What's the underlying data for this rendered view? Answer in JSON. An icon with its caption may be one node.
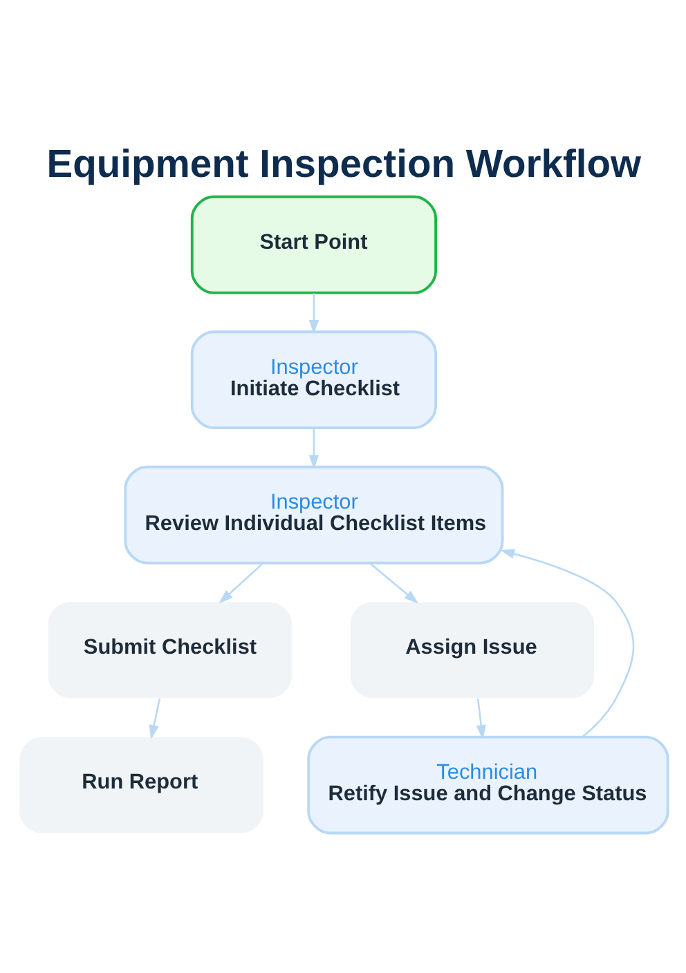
{
  "diagram": {
    "title": "Equipment Inspection Workflow",
    "nodes": [
      {
        "text": [
          "Start Point"
        ]
      },
      {
        "text": [
          "Inspector",
          "Initiate Checklist"
        ]
      },
      {
        "text": [
          "Inspector",
          "Review Individual Checklist Items"
        ]
      },
      {
        "text": [
          "Submit Checklist"
        ]
      },
      {
        "text": [
          "Assign Issue"
        ]
      },
      {
        "text": [
          "Run Report"
        ]
      },
      {
        "text": [
          "Technician",
          "Retify Issue and Change Status"
        ]
      }
    ],
    "edges": [
      {
        "from": 0,
        "to": 1,
        "arrow": "to"
      },
      {
        "from": 1,
        "to": 2,
        "arrow": "to"
      },
      {
        "from": 2,
        "to": 3,
        "arrow": "to"
      },
      {
        "from": 2,
        "to": 4,
        "arrow": "to"
      },
      {
        "from": 3,
        "to": 5,
        "arrow": "to"
      },
      {
        "from": 4,
        "to": 6,
        "arrow": "to"
      },
      {
        "from": 6,
        "to": 2,
        "arrow": "to"
      }
    ]
  }
}
